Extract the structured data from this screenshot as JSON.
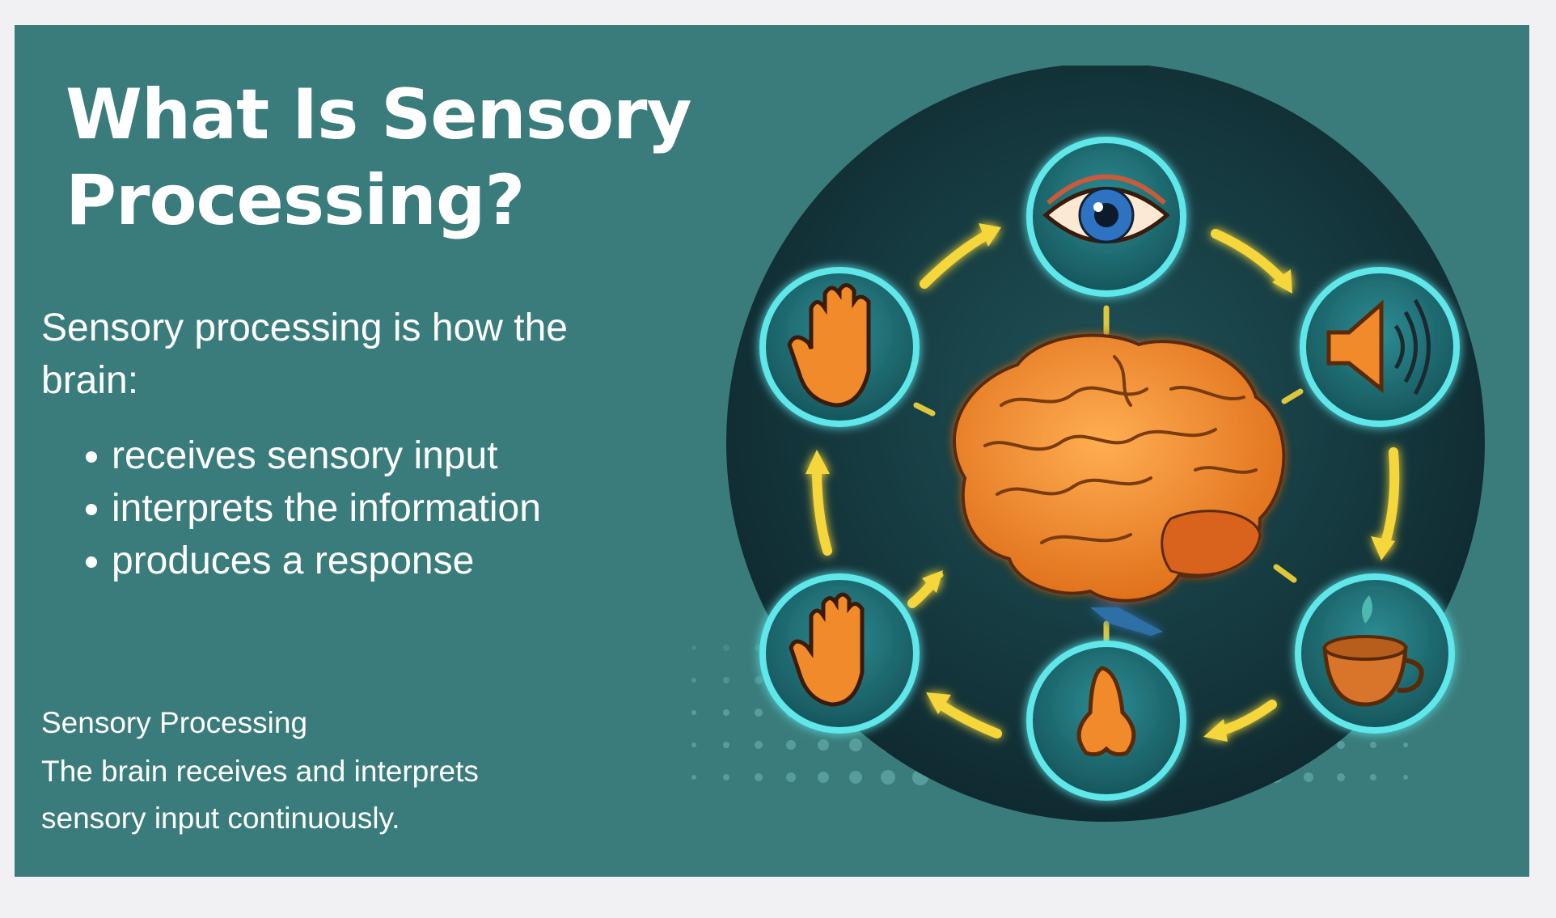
{
  "slide": {
    "title": "What Is Sensory Processing?",
    "intro": "Sensory processing is how the brain:",
    "bullets": [
      "receives sensory input",
      "interprets the information",
      "produces a response"
    ],
    "caption_title": "Sensory Processing",
    "caption_text": "The brain receives and interprets sensory input continuously."
  },
  "illustration": {
    "center": "brain-icon",
    "senses": [
      "eye-icon",
      "speaker-icon",
      "cup-icon",
      "nose-icon",
      "hand-icon",
      "hand-icon"
    ]
  },
  "colors": {
    "slide_bg": "#3a7c7b",
    "circle_bg": "#123036",
    "glow": "#53e0e3",
    "arrow": "#f5d63a",
    "brain": "#f08a2a"
  }
}
